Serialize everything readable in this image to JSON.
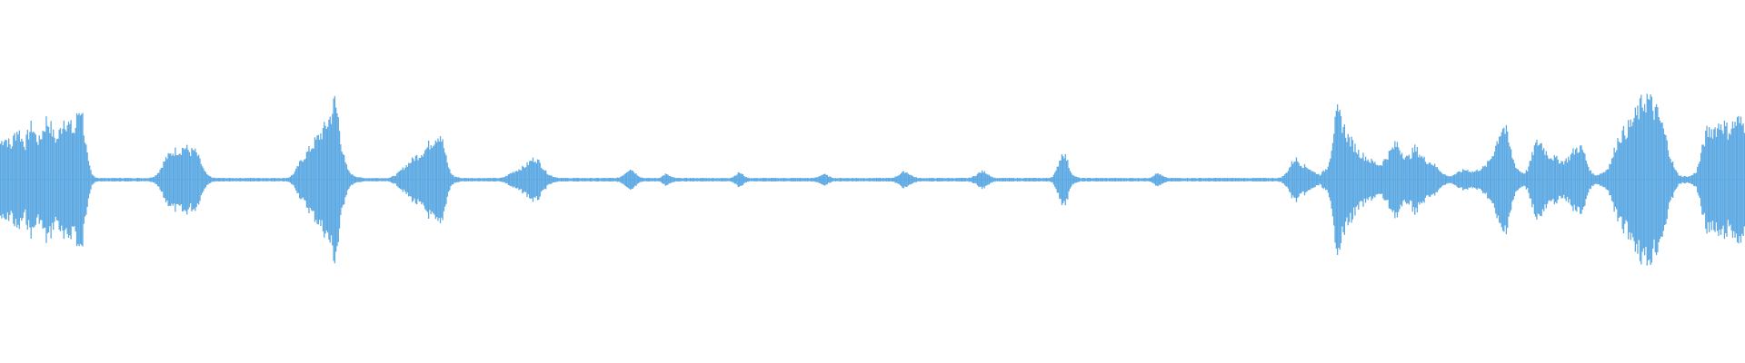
{
  "waveform": {
    "color": "#5DA9E3",
    "background": "#FFFFFF",
    "samples": [
      0.45,
      0.52,
      0.48,
      0.4,
      0.55,
      0.62,
      0.5,
      0.44,
      0.58,
      0.66,
      0.53,
      0.47,
      0.6,
      0.72,
      0.68,
      0.55,
      0.49,
      0.61,
      0.75,
      0.7,
      0.64,
      0.58,
      0.82,
      0.9,
      0.5,
      0.2,
      0.06,
      0.03,
      0.02,
      0.02,
      0.02,
      0.02,
      0.02,
      0.02,
      0.02,
      0.02,
      0.02,
      0.02,
      0.02,
      0.02,
      0.02,
      0.02,
      0.02,
      0.03,
      0.05,
      0.1,
      0.18,
      0.26,
      0.3,
      0.34,
      0.36,
      0.35,
      0.4,
      0.38,
      0.34,
      0.36,
      0.3,
      0.2,
      0.1,
      0.05,
      0.03,
      0.02,
      0.02,
      0.02,
      0.02,
      0.02,
      0.02,
      0.02,
      0.02,
      0.02,
      0.02,
      0.02,
      0.02,
      0.02,
      0.02,
      0.02,
      0.02,
      0.02,
      0.02,
      0.02,
      0.02,
      0.02,
      0.03,
      0.06,
      0.12,
      0.2,
      0.26,
      0.32,
      0.38,
      0.44,
      0.5,
      0.56,
      0.62,
      0.7,
      0.8,
      0.96,
      0.75,
      0.4,
      0.2,
      0.1,
      0.06,
      0.04,
      0.03,
      0.02,
      0.02,
      0.02,
      0.02,
      0.02,
      0.02,
      0.02,
      0.02,
      0.03,
      0.05,
      0.08,
      0.12,
      0.16,
      0.2,
      0.24,
      0.28,
      0.3,
      0.34,
      0.38,
      0.44,
      0.48,
      0.54,
      0.56,
      0.4,
      0.2,
      0.08,
      0.04,
      0.03,
      0.02,
      0.02,
      0.02,
      0.02,
      0.02,
      0.02,
      0.02,
      0.02,
      0.02,
      0.02,
      0.02,
      0.02,
      0.03,
      0.05,
      0.08,
      0.1,
      0.12,
      0.14,
      0.16,
      0.2,
      0.24,
      0.26,
      0.22,
      0.16,
      0.1,
      0.06,
      0.04,
      0.03,
      0.02,
      0.02,
      0.02,
      0.02,
      0.02,
      0.02,
      0.02,
      0.02,
      0.02,
      0.02,
      0.02,
      0.02,
      0.02,
      0.02,
      0.02,
      0.02,
      0.02,
      0.03,
      0.06,
      0.1,
      0.14,
      0.1,
      0.06,
      0.03,
      0.02,
      0.02,
      0.02,
      0.02,
      0.02,
      0.04,
      0.07,
      0.05,
      0.03,
      0.02,
      0.02,
      0.02,
      0.02,
      0.02,
      0.02,
      0.02,
      0.02,
      0.02,
      0.02,
      0.02,
      0.02,
      0.02,
      0.02,
      0.02,
      0.02,
      0.03,
      0.06,
      0.09,
      0.06,
      0.03,
      0.02,
      0.02,
      0.02,
      0.02,
      0.02,
      0.02,
      0.02,
      0.02,
      0.02,
      0.02,
      0.02,
      0.02,
      0.02,
      0.02,
      0.02,
      0.02,
      0.02,
      0.02,
      0.02,
      0.03,
      0.05,
      0.07,
      0.05,
      0.03,
      0.02,
      0.02,
      0.02,
      0.02,
      0.02,
      0.02,
      0.02,
      0.02,
      0.02,
      0.02,
      0.02,
      0.02,
      0.02,
      0.02,
      0.02,
      0.02,
      0.02,
      0.03,
      0.05,
      0.08,
      0.1,
      0.08,
      0.05,
      0.03,
      0.02,
      0.02,
      0.02,
      0.02,
      0.02,
      0.02,
      0.02,
      0.02,
      0.02,
      0.02,
      0.02,
      0.02,
      0.02,
      0.02,
      0.02,
      0.03,
      0.05,
      0.08,
      0.1,
      0.09,
      0.06,
      0.03,
      0.02,
      0.02,
      0.02,
      0.02,
      0.02,
      0.02,
      0.02,
      0.02,
      0.02,
      0.02,
      0.02,
      0.02,
      0.02,
      0.02,
      0.02,
      0.02,
      0.04,
      0.1,
      0.24,
      0.34,
      0.26,
      0.12,
      0.05,
      0.03,
      0.02,
      0.02,
      0.02,
      0.02,
      0.02,
      0.02,
      0.02,
      0.02,
      0.02,
      0.02,
      0.02,
      0.02,
      0.02,
      0.02,
      0.02,
      0.02,
      0.02,
      0.02,
      0.02,
      0.02,
      0.03,
      0.06,
      0.08,
      0.05,
      0.03,
      0.02,
      0.02,
      0.02,
      0.02,
      0.02,
      0.02,
      0.02,
      0.02,
      0.02,
      0.02,
      0.02,
      0.02,
      0.02,
      0.02,
      0.02,
      0.02,
      0.02,
      0.02,
      0.02,
      0.02,
      0.02,
      0.02,
      0.02,
      0.02,
      0.02,
      0.02,
      0.02,
      0.02,
      0.02,
      0.02,
      0.02,
      0.02,
      0.03,
      0.06,
      0.12,
      0.2,
      0.26,
      0.22,
      0.18,
      0.16,
      0.14,
      0.1,
      0.08,
      0.06,
      0.1,
      0.14,
      0.3,
      0.62,
      0.8,
      0.74,
      0.62,
      0.52,
      0.46,
      0.4,
      0.34,
      0.3,
      0.28,
      0.24,
      0.22,
      0.2,
      0.18,
      0.22,
      0.28,
      0.34,
      0.4,
      0.44,
      0.36,
      0.3,
      0.26,
      0.32,
      0.38,
      0.34,
      0.28,
      0.24,
      0.22,
      0.2,
      0.16,
      0.12,
      0.08,
      0.05,
      0.04,
      0.06,
      0.08,
      0.1,
      0.12,
      0.12,
      0.1,
      0.1,
      0.12,
      0.14,
      0.16,
      0.22,
      0.3,
      0.42,
      0.56,
      0.66,
      0.58,
      0.4,
      0.24,
      0.14,
      0.1,
      0.08,
      0.12,
      0.24,
      0.4,
      0.46,
      0.44,
      0.36,
      0.3,
      0.28,
      0.26,
      0.24,
      0.22,
      0.24,
      0.28,
      0.34,
      0.38,
      0.4,
      0.34,
      0.2,
      0.1,
      0.06,
      0.06,
      0.08,
      0.1,
      0.16,
      0.24,
      0.4,
      0.52,
      0.56,
      0.6,
      0.66,
      0.72,
      0.8,
      0.88,
      0.96,
      1.0,
      0.94,
      0.86,
      0.8,
      0.7,
      0.56,
      0.4,
      0.24,
      0.12,
      0.06,
      0.04,
      0.04,
      0.04,
      0.06,
      0.1,
      0.24,
      0.44,
      0.58,
      0.6,
      0.62,
      0.64,
      0.7,
      0.66,
      0.6,
      0.64,
      0.7,
      0.72,
      0.68
    ]
  }
}
